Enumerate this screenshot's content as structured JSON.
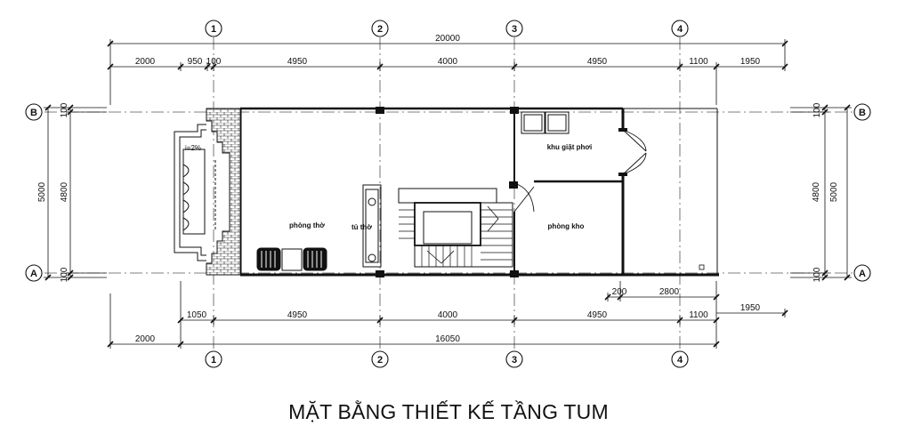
{
  "title": "MẶT BẰNG THIẾT KẾ TẦNG TUM",
  "grid": {
    "columns": [
      "1",
      "2",
      "3",
      "4"
    ],
    "rows": [
      "A",
      "B"
    ]
  },
  "dimensions": {
    "top_total": "20000",
    "top_segments": [
      "2000",
      "950",
      "100",
      "4950",
      "4000",
      "4950",
      "1100",
      "1950"
    ],
    "bottom_segments": [
      "1050",
      "4950",
      "4000",
      "4950",
      "1100"
    ],
    "bottom_right": "1950",
    "bottom_extra": [
      "200",
      "2800"
    ],
    "bottom_total_left": "2000",
    "bottom_total": "16050",
    "left_outer": "5000",
    "left_inner": "4800",
    "left_small_top": "100",
    "left_small_bottom": "100",
    "right_outer": "5000",
    "right_inner": "4800",
    "right_small_top": "100",
    "right_small_bottom": "100"
  },
  "rooms": {
    "worship": "phòng thờ",
    "altar_cabinet": "tủ thờ",
    "laundry": "khu giặt phơi",
    "storage": "phòng kho"
  },
  "slope_label": "i=2%"
}
